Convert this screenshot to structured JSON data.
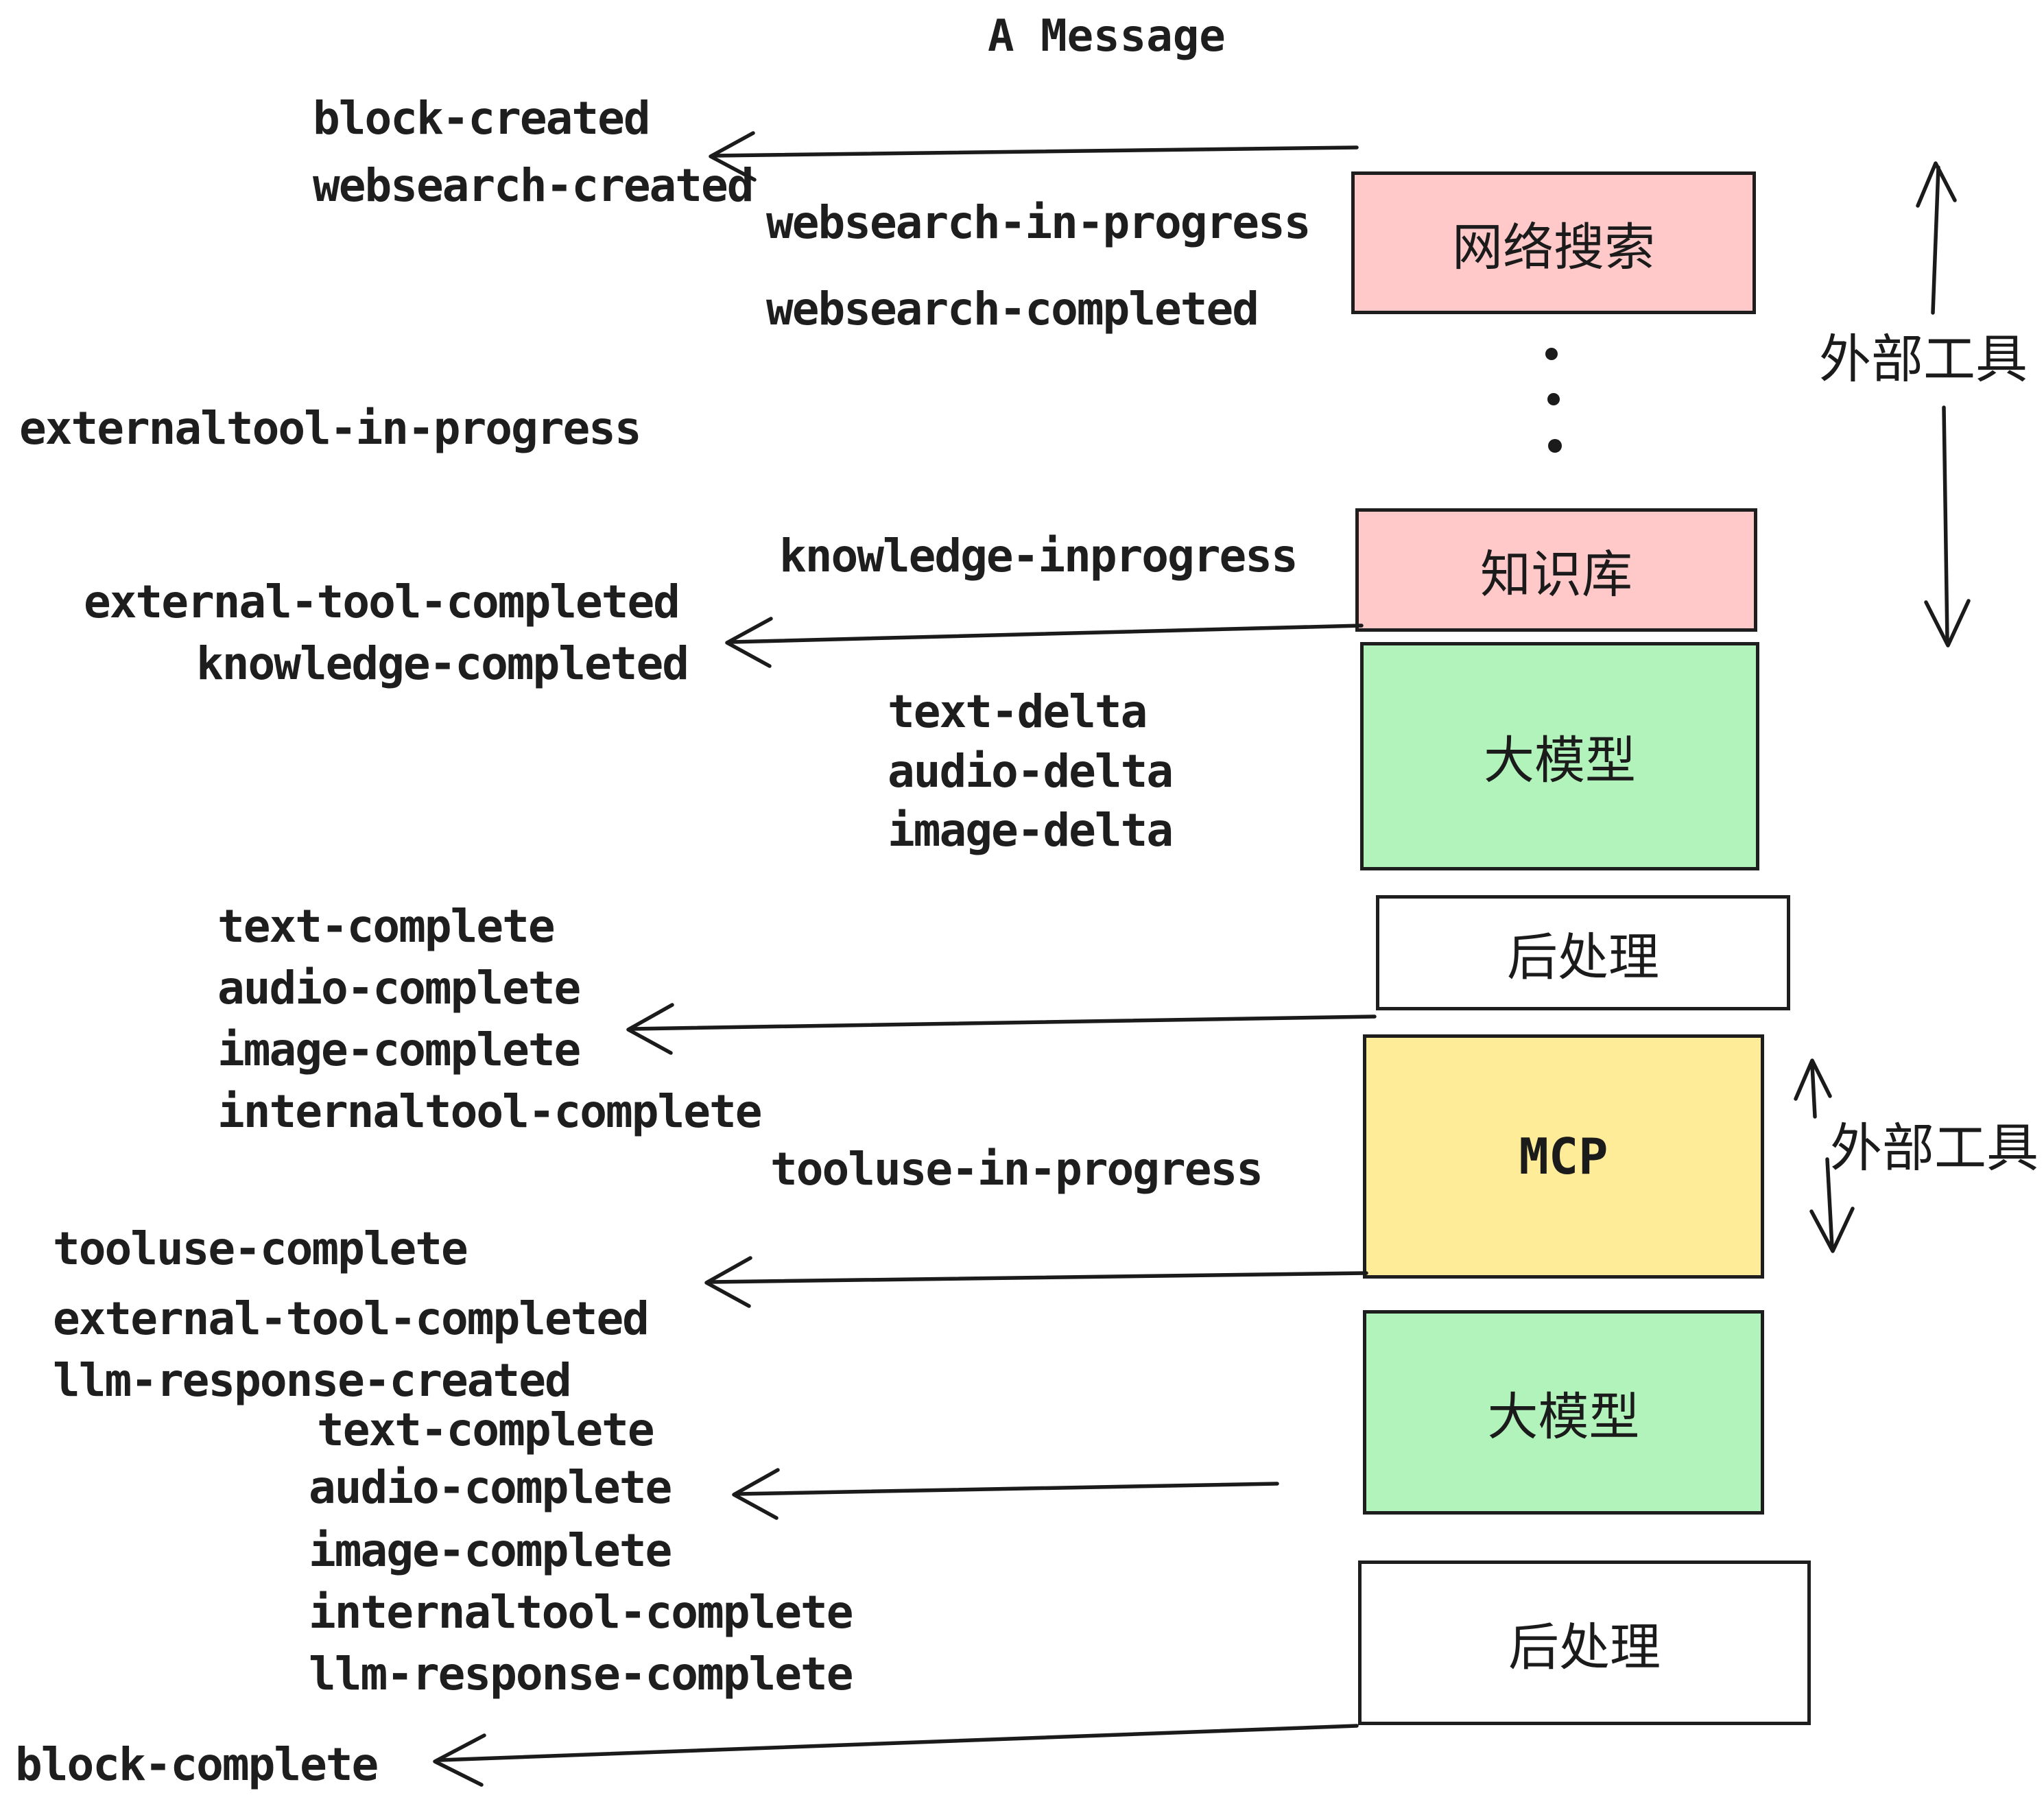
{
  "title": "A Message",
  "colors": {
    "node_pink": "#ffc9c9",
    "node_green": "#b2f2bb",
    "node_yellow": "#ffec99",
    "node_white": "#ffffff",
    "ink": "#1e1e1e",
    "background": "#ffffff"
  },
  "boxes": {
    "websearch": {
      "label": "网络搜索",
      "color": "#ffc9c9"
    },
    "knowledge": {
      "label": "知识库",
      "color": "#ffc9c9"
    },
    "llm_top": {
      "label": "大模型",
      "color": "#b2f2bb"
    },
    "post_top": {
      "label": "后处理",
      "color": "#ffffff"
    },
    "mcp": {
      "label": "MCP",
      "color": "#ffec99"
    },
    "llm_bottom": {
      "label": "大模型",
      "color": "#b2f2bb"
    },
    "post_bottom": {
      "label": "后处理",
      "color": "#ffffff"
    }
  },
  "side_labels": {
    "external_tools_top": "外部工具",
    "external_tools_bottom": "外部工具"
  },
  "events": {
    "block_created": "block-created",
    "websearch_created": "websearch-created",
    "websearch_in_progress": "websearch-in-progress",
    "websearch_completed": "websearch-completed",
    "externaltool_in_progress": "externaltool-in-progress",
    "knowledge_inprogress": "knowledge-inprogress",
    "external_tool_completed": "external-tool-completed",
    "knowledge_completed": "knowledge-completed",
    "text_delta_1": "text-delta",
    "audio_delta_1": "audio-delta",
    "image_delta_1": "image-delta",
    "text_complete_1": "text-complete",
    "audio_complete_1": "audio-complete",
    "image_complete_1": "image-complete",
    "internaltool_complete_1": "internaltool-complete",
    "tooluse_in_progress": "tooluse-in-progress",
    "tooluse_complete": "tooluse-complete",
    "external_tool_completed_2": "external-tool-completed",
    "llm_response_created": "llm-response-created",
    "text_complete_2": "text-complete",
    "audio_complete_2": "audio-complete",
    "image_complete_2": "image-complete",
    "internaltool_complete_2": "internaltool-complete",
    "llm_response_complete": "llm-response-complete",
    "block_complete": "block-complete"
  }
}
